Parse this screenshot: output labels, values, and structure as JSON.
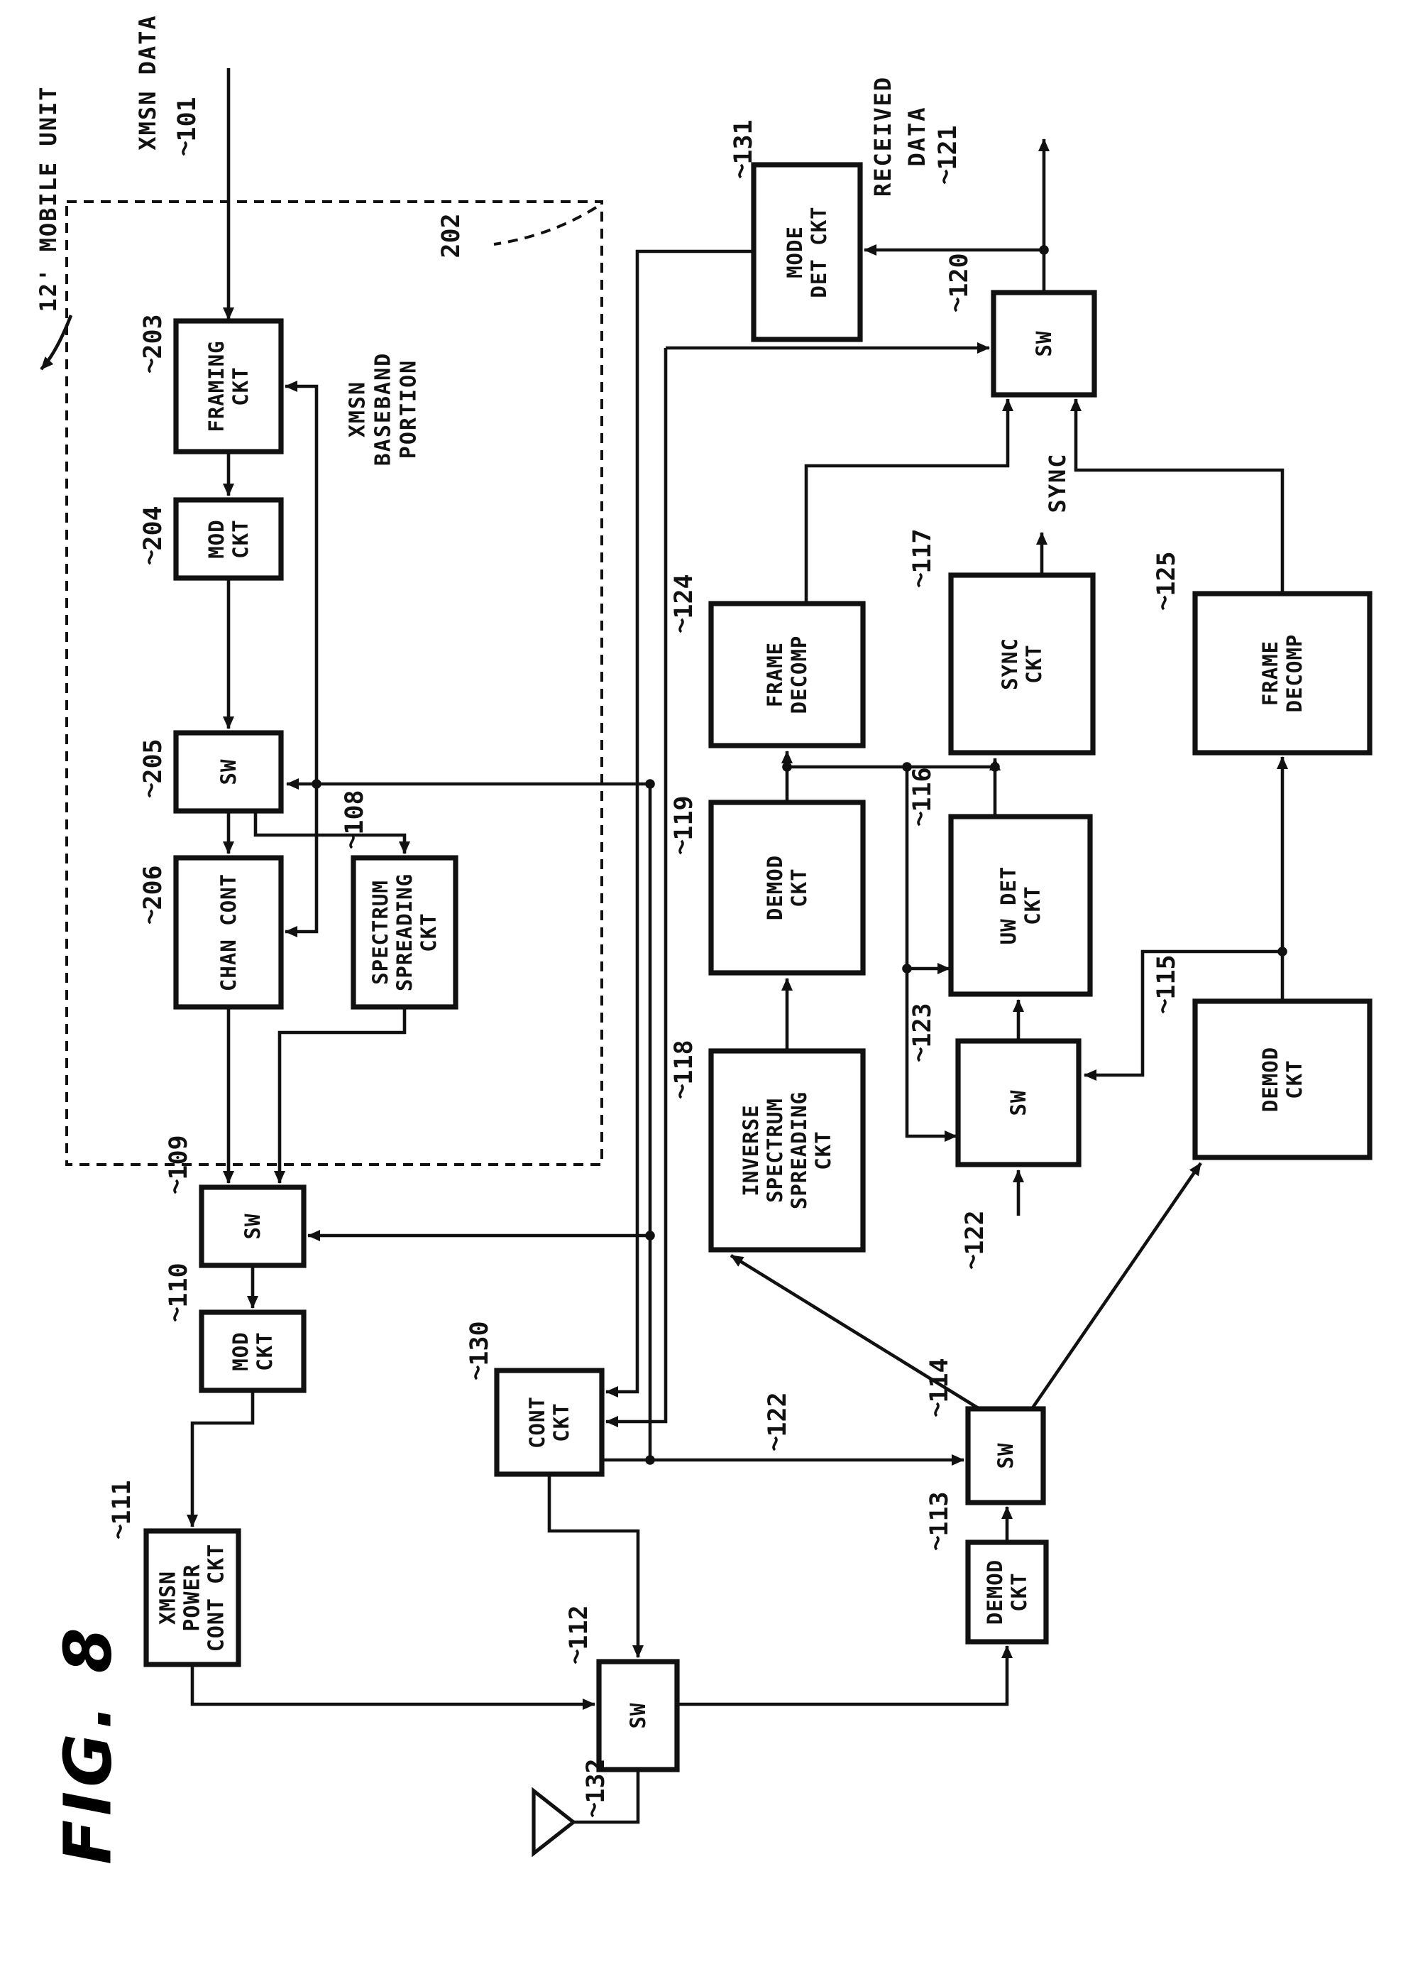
{
  "labels": {
    "fig_title": "FIG. 8",
    "mobile_unit": "12' MOBILE UNIT",
    "xmsn_data": "XMSN DATA",
    "xmsn_data_ref": "101",
    "baseband": [
      "XMSN",
      "BASEBAND",
      "PORTION"
    ],
    "baseband_ref": "202",
    "received": [
      "RECEIVED",
      "DATA"
    ],
    "received_ref": "121",
    "sync_signal": "SYNC",
    "control_ref_a": "122",
    "control_ref_b": "122",
    "antenna_ref": "132"
  },
  "blocks": {
    "framing": {
      "ref": "203",
      "lines": [
        "FRAMING",
        "CKT"
      ]
    },
    "mod204": {
      "ref": "204",
      "lines": [
        "MOD",
        "CKT"
      ]
    },
    "sw205": {
      "ref": "205",
      "lines": [
        "SW"
      ]
    },
    "chan_cont": {
      "ref": "206",
      "lines": [
        "CHAN CONT"
      ]
    },
    "spectrum": {
      "ref": "108",
      "lines": [
        "SPECTRUM",
        "SPREADING",
        "CKT"
      ]
    },
    "sw109": {
      "ref": "109",
      "lines": [
        "SW"
      ]
    },
    "mod110": {
      "ref": "110",
      "lines": [
        "MOD",
        "CKT"
      ]
    },
    "xmsn_power": {
      "ref": "111",
      "lines": [
        "XMSN",
        "POWER",
        "CONT CKT"
      ]
    },
    "cont_ckt": {
      "ref": "130",
      "lines": [
        "CONT",
        "CKT"
      ]
    },
    "sw112": {
      "ref": "112",
      "lines": [
        "SW"
      ]
    },
    "demod113": {
      "ref": "113",
      "lines": [
        "DEMOD",
        "CKT"
      ]
    },
    "sw114": {
      "ref": "114",
      "lines": [
        "SW"
      ]
    },
    "issc": {
      "ref": "118",
      "lines": [
        "INVERSE",
        "SPECTRUM",
        "SPREADING",
        "CKT"
      ]
    },
    "demod119": {
      "ref": "119",
      "lines": [
        "DEMOD",
        "CKT"
      ]
    },
    "fd124": {
      "ref": "124",
      "lines": [
        "FRAME",
        "DECOMP"
      ]
    },
    "uw_det": {
      "ref": "116",
      "lines": [
        "UW DET",
        "CKT"
      ]
    },
    "sync_ckt": {
      "ref": "117",
      "lines": [
        "SYNC",
        "CKT"
      ]
    },
    "sw123": {
      "ref": "123",
      "lines": [
        "SW"
      ]
    },
    "demod115": {
      "ref": "115",
      "lines": [
        "DEMOD",
        "CKT"
      ]
    },
    "fd125": {
      "ref": "125",
      "lines": [
        "FRAME",
        "DECOMP"
      ]
    },
    "sw120": {
      "ref": "120",
      "lines": [
        "SW"
      ]
    },
    "mode_det": {
      "ref": "131",
      "lines": [
        "MODE",
        "DET CKT"
      ]
    }
  },
  "colors": {
    "ink": "#111111",
    "paper": "#ffffff"
  }
}
